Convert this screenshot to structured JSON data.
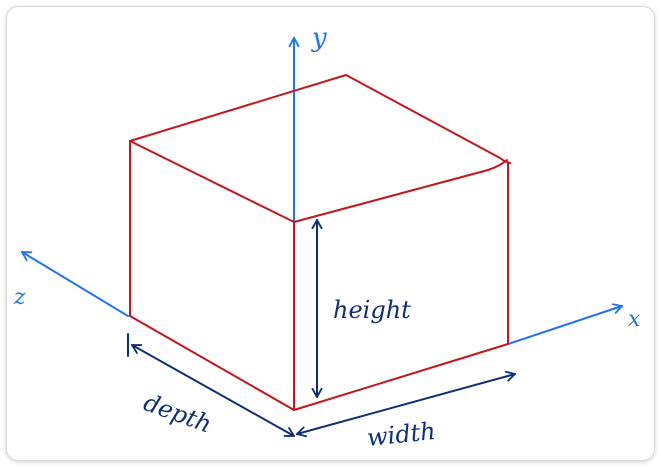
{
  "colors": {
    "box": "#c4161c",
    "axis": "#1f73f5",
    "dimension": "#0d2f7a"
  },
  "axes": {
    "y_label": "y",
    "x_label": "x",
    "z_label": "z"
  },
  "dimensions": {
    "height_label": "height",
    "depth_label": "depth",
    "width_label": "width"
  }
}
